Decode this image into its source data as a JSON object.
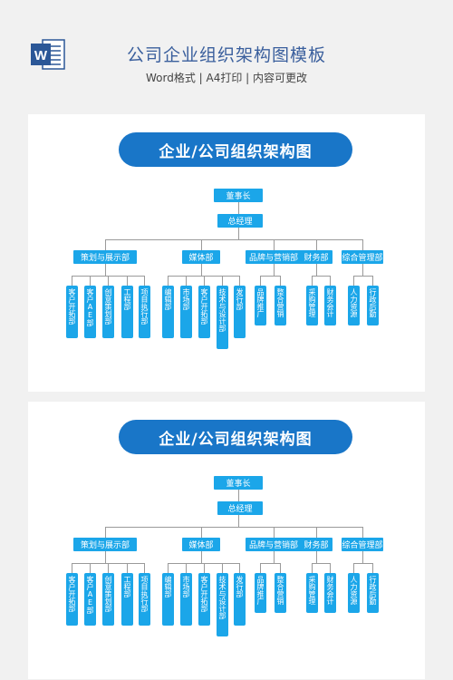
{
  "header": {
    "title": "公司企业组织架构图模板",
    "subtitle": "Word格式 | A4打印 | 内容可更改",
    "icon": "word-doc-icon",
    "icon_color": "#2b5797"
  },
  "chart": {
    "title": "企业/公司组织架构图",
    "root": "董事长",
    "manager": "总经理",
    "departments": [
      {
        "name": "策划与展示部",
        "subs": [
          "客户开拓部",
          "客户AE部",
          "创意策划部",
          "工程部",
          "项目执行部"
        ]
      },
      {
        "name": "媒体部",
        "subs": [
          "编辑部",
          "市场部",
          "客户开拓部",
          "技术与设计部",
          "发行部"
        ]
      },
      {
        "name": "品牌与营销部",
        "subs": [
          "品牌推广",
          "整合营销"
        ]
      },
      {
        "name": "财务部",
        "subs": [
          "采购管理",
          "财务会计"
        ]
      },
      {
        "name": "综合管理部",
        "subs": [
          "人力资源",
          "行政后勤"
        ]
      }
    ],
    "colors": {
      "banner": "#1976c8",
      "box": "#1ba6e9",
      "line": "#9a9a9a"
    }
  }
}
